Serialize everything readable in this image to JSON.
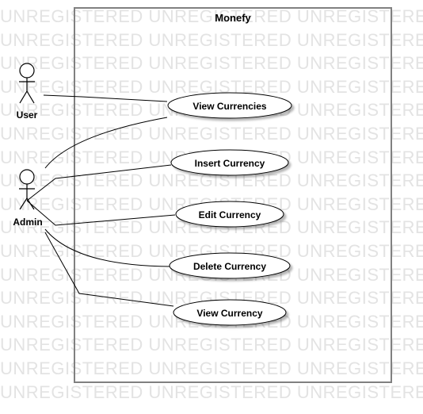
{
  "watermark": {
    "text": "UNREGISTERED"
  },
  "system": {
    "title": "Monefy"
  },
  "actors": [
    {
      "id": "user",
      "label": "User"
    },
    {
      "id": "admin",
      "label": "Admin"
    }
  ],
  "use_cases": [
    {
      "id": "view-currencies",
      "label": "View Currencies"
    },
    {
      "id": "insert-currency",
      "label": "Insert Currency"
    },
    {
      "id": "edit-currency",
      "label": "Edit Currency"
    },
    {
      "id": "delete-currency",
      "label": "Delete Currency"
    },
    {
      "id": "view-currency",
      "label": "View Currency"
    }
  ],
  "associations": [
    {
      "actor": "user",
      "use_case": "view-currencies"
    },
    {
      "actor": "admin",
      "use_case": "view-currencies"
    },
    {
      "actor": "admin",
      "use_case": "insert-currency"
    },
    {
      "actor": "admin",
      "use_case": "edit-currency"
    },
    {
      "actor": "admin",
      "use_case": "delete-currency"
    },
    {
      "actor": "admin",
      "use_case": "view-currency"
    }
  ]
}
